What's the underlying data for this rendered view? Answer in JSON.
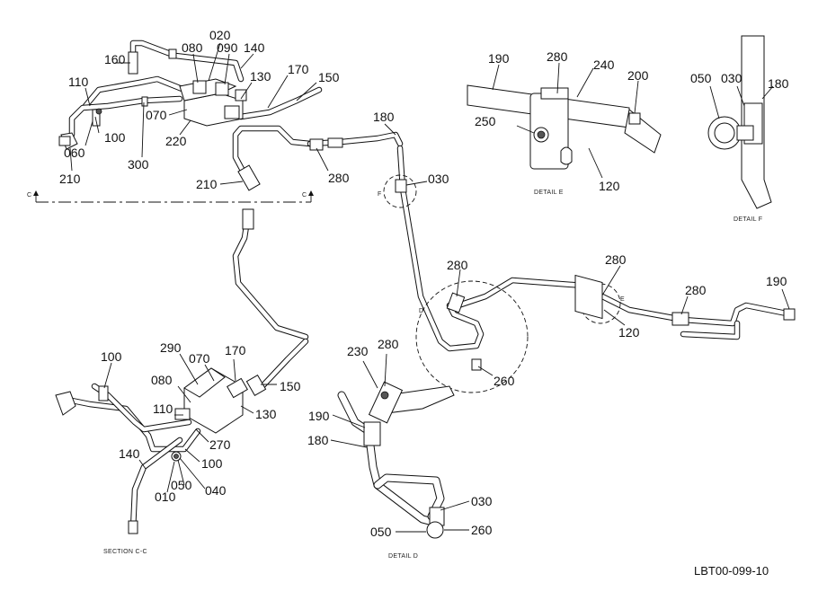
{
  "drawing_code": "LBT00-099-10",
  "captions": {
    "detail_e": "DETAIL E",
    "detail_f": "DETAIL F",
    "detail_d": "DETAIL D",
    "section_cc": "SECTION C-C"
  },
  "section_markers": {
    "c_left": "C",
    "c_right": "C"
  },
  "detail_markers": {
    "d": "D",
    "e": "E",
    "f": "F"
  },
  "callouts": {
    "top_020": "020",
    "top_080": "080",
    "top_090": "090",
    "top_140": "140",
    "top_160": "160",
    "top_110": "110",
    "top_130": "130",
    "top_170": "170",
    "top_150": "150",
    "top_070": "070",
    "top_100": "100",
    "top_060": "060",
    "top_220": "220",
    "top_300": "300",
    "top_210a": "210",
    "top_210b": "210",
    "top_280": "280",
    "mid_180": "180",
    "mid_030": "030",
    "e_190": "190",
    "e_280": "280",
    "e_240": "240",
    "e_200": "200",
    "e_250": "250",
    "e_120": "120",
    "f_050": "050",
    "f_030": "030",
    "f_180": "180",
    "r_280a": "280",
    "r_280b": "280",
    "r_280c": "280",
    "r_190": "190",
    "r_120": "120",
    "r_260": "260",
    "s_100": "100",
    "s_290": "290",
    "s_070": "070",
    "s_170": "170",
    "s_080": "080",
    "s_150": "150",
    "s_110": "110",
    "s_130": "130",
    "s_270": "270",
    "s_100b": "100",
    "s_140": "140",
    "s_010": "010",
    "s_050": "050",
    "s_040": "040",
    "d_230": "230",
    "d_280": "280",
    "d_190": "190",
    "d_180": "180",
    "d_030": "030",
    "d_050": "050",
    "d_260": "260"
  }
}
